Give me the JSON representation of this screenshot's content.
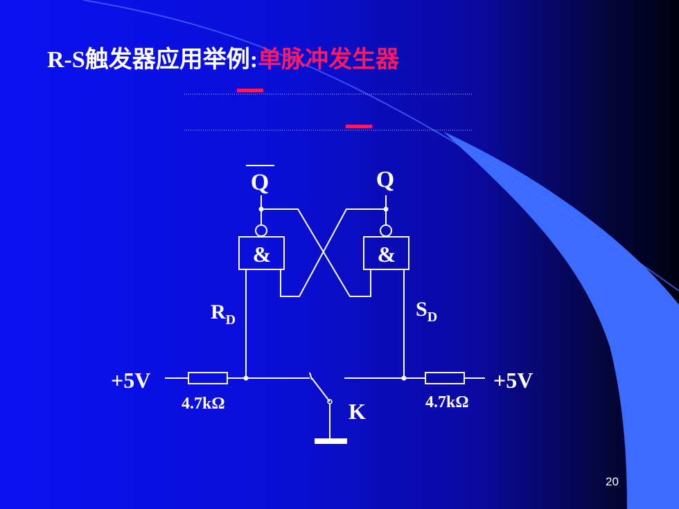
{
  "title": {
    "prefix": "R-S触发器应用举例:",
    "highlight": "单脉冲发生器",
    "prefix_color": "#ffffff",
    "highlight_color": "#ff1a60"
  },
  "circuit": {
    "output_qbar": "Q",
    "output_q": "Q",
    "gate_left_symbol": "&",
    "gate_right_symbol": "&",
    "input_rd": {
      "letter": "R",
      "subscript": "D"
    },
    "input_sd": {
      "letter": "S",
      "subscript": "D"
    },
    "supply_left": "+5V",
    "supply_right": "+5V",
    "resistor_left": "4.7kΩ",
    "resistor_right": "4.7kΩ",
    "switch_label": "K"
  },
  "page_number": "20",
  "colors": {
    "background": "#0a0fd8",
    "wire": "#ffffff",
    "accent_bar": "#ff1a60",
    "swoosh": "#3c6cff"
  }
}
